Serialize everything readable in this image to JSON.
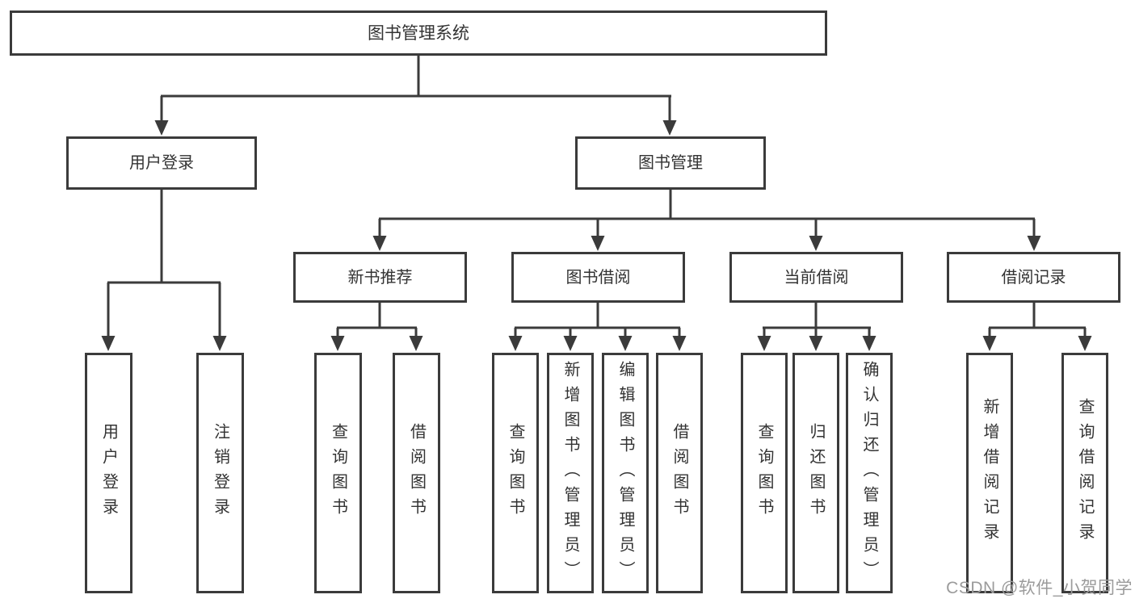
{
  "tree": {
    "root": {
      "label": "图书管理系统"
    },
    "branches": [
      {
        "label": "用户登录",
        "children": [
          {
            "label": "用户登录"
          },
          {
            "label": "注销登录"
          }
        ]
      },
      {
        "label": "图书管理",
        "sections": [
          {
            "label": "新书推荐",
            "children": [
              {
                "label": "查询图书"
              },
              {
                "label": "借阅图书"
              }
            ]
          },
          {
            "label": "图书借阅",
            "children": [
              {
                "label": "查询图书"
              },
              {
                "label": "新增图书（管理员）"
              },
              {
                "label": "编辑图书（管理员）"
              },
              {
                "label": "借阅图书"
              }
            ]
          },
          {
            "label": "当前借阅",
            "children": [
              {
                "label": "查询图书"
              },
              {
                "label": "归还图书"
              },
              {
                "label": "确认归还（管理员）"
              }
            ]
          },
          {
            "label": "借阅记录",
            "children": [
              {
                "label": "新增借阅记录"
              },
              {
                "label": "查询借阅记录"
              }
            ]
          }
        ]
      }
    ]
  },
  "watermark": {
    "text": "CSDN @软件_小贺同学"
  },
  "colors": {
    "line": "#3b3b3b",
    "box_border": "#3b3b3b",
    "box_fill": "#ffffff",
    "text": "#333333",
    "watermark": "#9b9b9b",
    "background": "#ffffff"
  }
}
